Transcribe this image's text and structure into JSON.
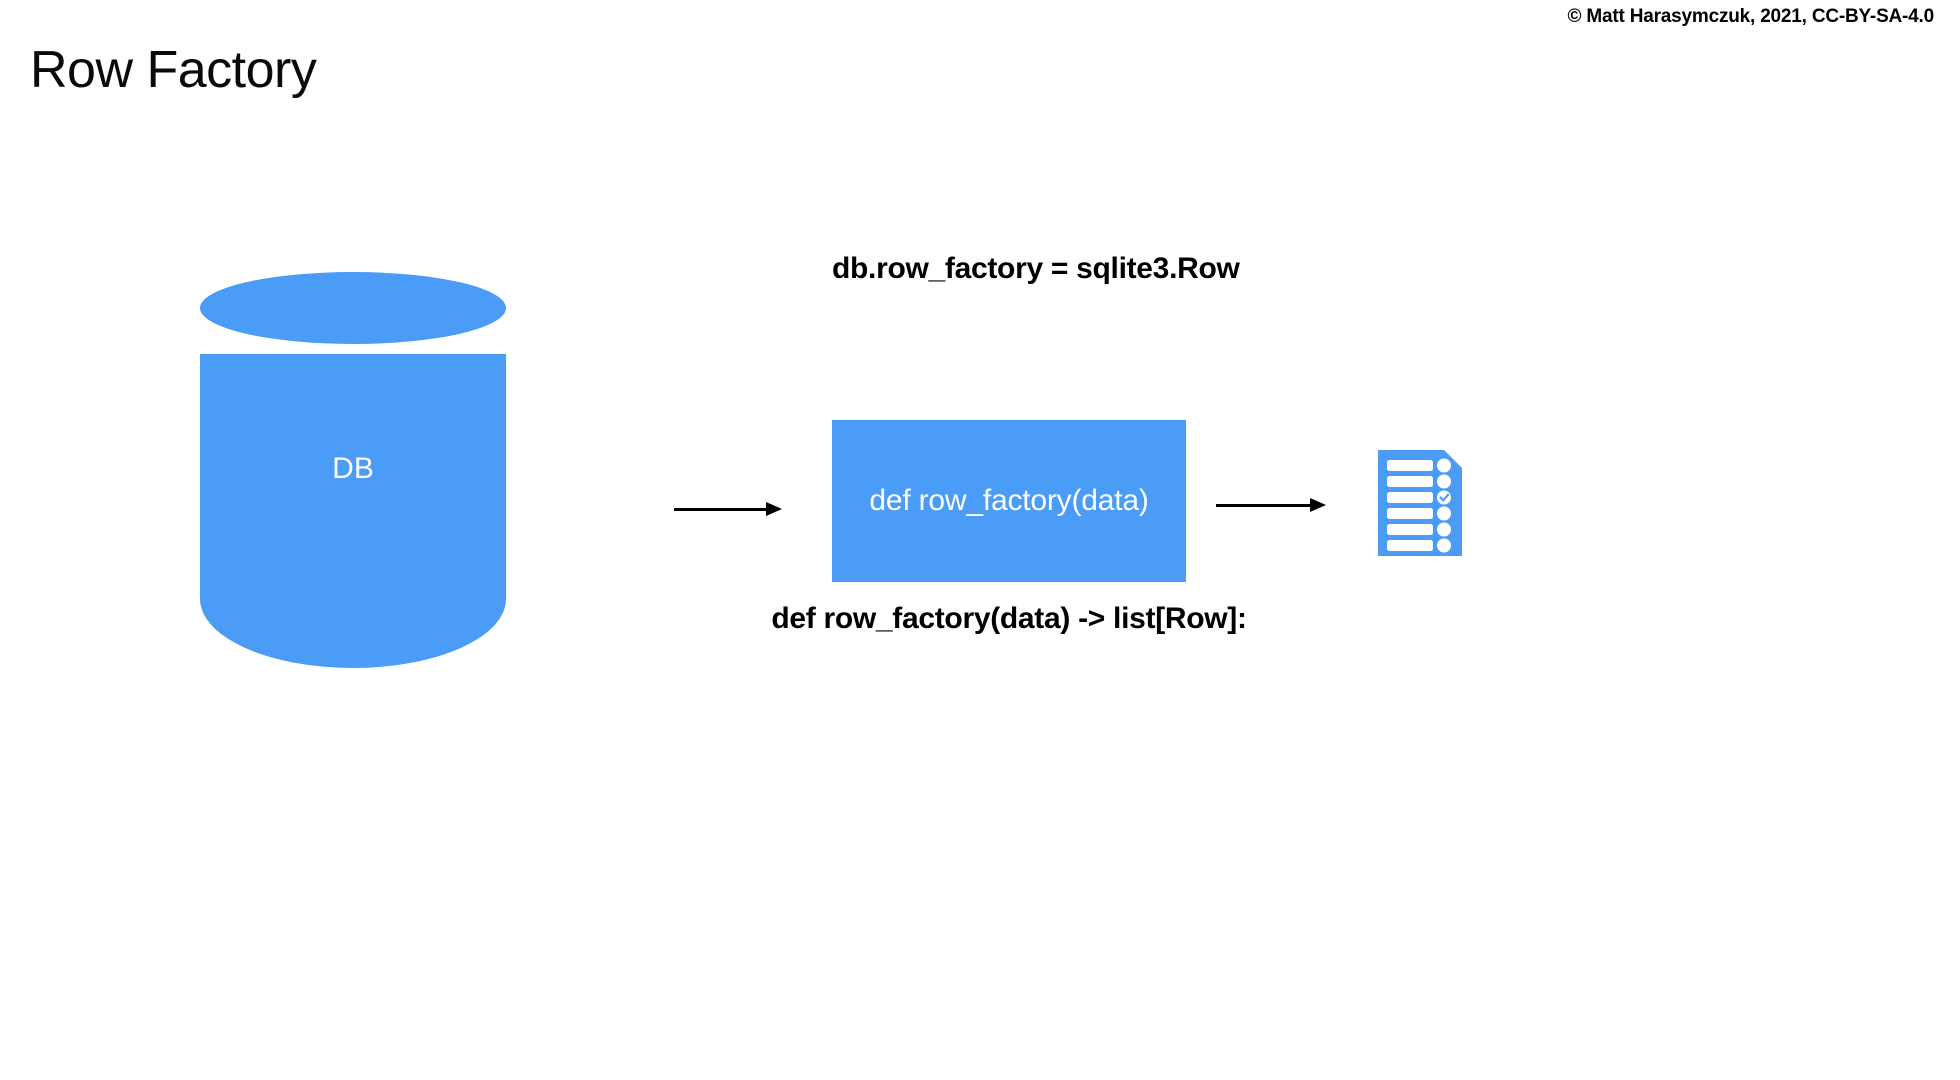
{
  "slide": {
    "title": "Row Factory",
    "copyright": "© Matt Harasymczuk, 2021, CC-BY-SA-4.0",
    "background_color": "#ffffff",
    "accent_color": "#4a9cf6",
    "text_color": "#000000"
  },
  "diagram": {
    "type": "flow",
    "nodes": [
      {
        "id": "database",
        "kind": "cylinder",
        "label": "DB",
        "label_color": "#ffffff",
        "fill": "#4a9cf6"
      },
      {
        "id": "row-factory-function",
        "kind": "process-box",
        "label": "def row_factory(data)",
        "label_color": "#ffffff",
        "fill": "#4a9cf6",
        "caption_above": "db.row_factory = sqlite3.Row",
        "caption_below": "def row_factory(data) -> list[Row]:"
      },
      {
        "id": "result-rows",
        "kind": "document-checklist",
        "fill": "#4a9cf6",
        "rows": 6,
        "checked_row": 3
      }
    ],
    "edges": [
      {
        "id": "db-to-function",
        "from": "database",
        "to": "row-factory-function",
        "style": "solid-arrow",
        "color": "#000000"
      },
      {
        "id": "function-to-result",
        "from": "row-factory-function",
        "to": "result-rows",
        "style": "solid-arrow",
        "color": "#000000"
      }
    ]
  }
}
